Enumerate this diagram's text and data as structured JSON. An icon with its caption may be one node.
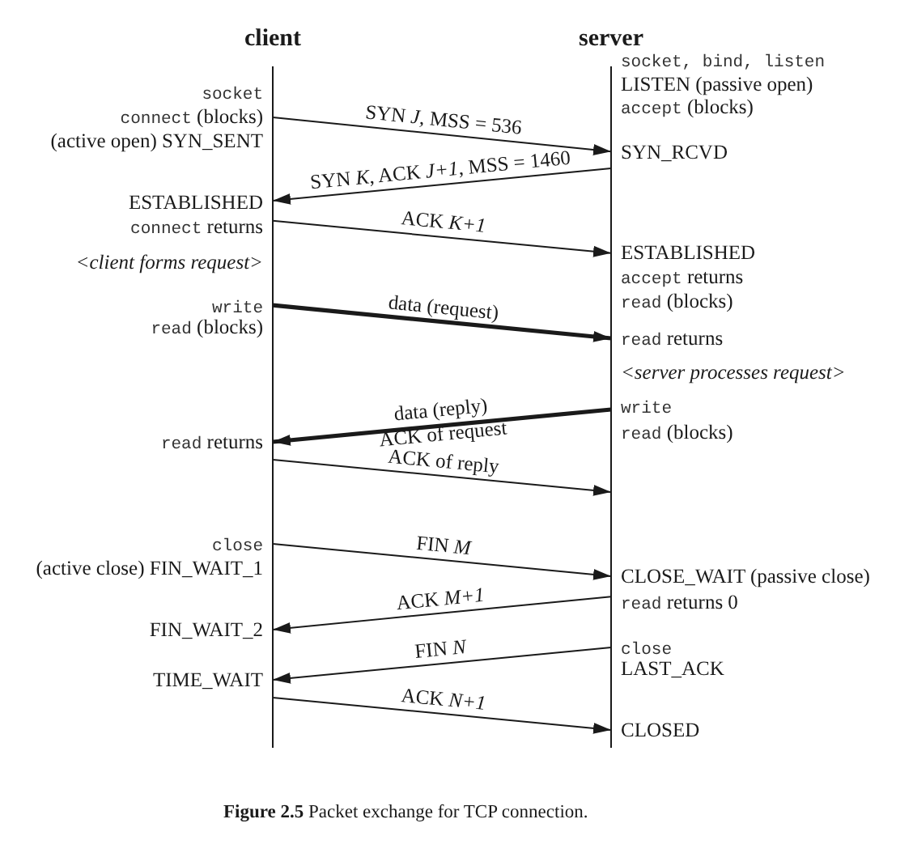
{
  "diagram": {
    "caption": "**Figure 2.5** Packet exchange for TCP connection.",
    "nodes": [
      {
        "text": [
          "client"
        ],
        "beside": [
          "socket",
          "connect (blocks)",
          "(active open) SYN_SENT",
          "ESTABLISHED",
          "connect returns",
          "<client forms request>",
          "write",
          "read (blocks)",
          "read returns",
          "close",
          "(active close) FIN_WAIT_1",
          "FIN_WAIT_2",
          "TIME_WAIT"
        ]
      },
      {
        "text": [
          "server"
        ],
        "beside": [
          "socket, bind, listen",
          "LISTEN (passive open)",
          "accept (blocks)",
          "SYN_RCVD",
          "ESTABLISHED",
          "accept returns",
          "read (blocks)",
          "read returns",
          "<server processes request>",
          "write",
          "read (blocks)",
          "CLOSE_WAIT (passive close)",
          "read returns 0",
          "close",
          "LAST_ACK",
          "CLOSED"
        ]
      }
    ],
    "edges": [
      {
        "from": 0,
        "to": 1,
        "arrow": "to",
        "label": "SYN *J*, MSS = 536"
      },
      {
        "from": 1,
        "to": 0,
        "arrow": "to",
        "label": "SYN *K*, ACK *J+1*, MSS = 1460"
      },
      {
        "from": 0,
        "to": 1,
        "arrow": "to",
        "label": "ACK *K+1*"
      },
      {
        "from": 0,
        "to": 1,
        "arrow": "to",
        "label": "data (request)",
        "style": "thick"
      },
      {
        "from": 1,
        "to": 0,
        "arrow": "to",
        "label": "data (reply) ACK of request",
        "style": "thick"
      },
      {
        "from": 0,
        "to": 1,
        "arrow": "to",
        "label": "ACK of reply"
      },
      {
        "from": 0,
        "to": 1,
        "arrow": "to",
        "label": "FIN *M*"
      },
      {
        "from": 1,
        "to": 0,
        "arrow": "to",
        "label": "ACK *M+1*"
      },
      {
        "from": 1,
        "to": 0,
        "arrow": "to",
        "label": "FIN *N*"
      },
      {
        "from": 0,
        "to": 1,
        "arrow": "to",
        "label": "ACK *N+1*"
      }
    ]
  }
}
